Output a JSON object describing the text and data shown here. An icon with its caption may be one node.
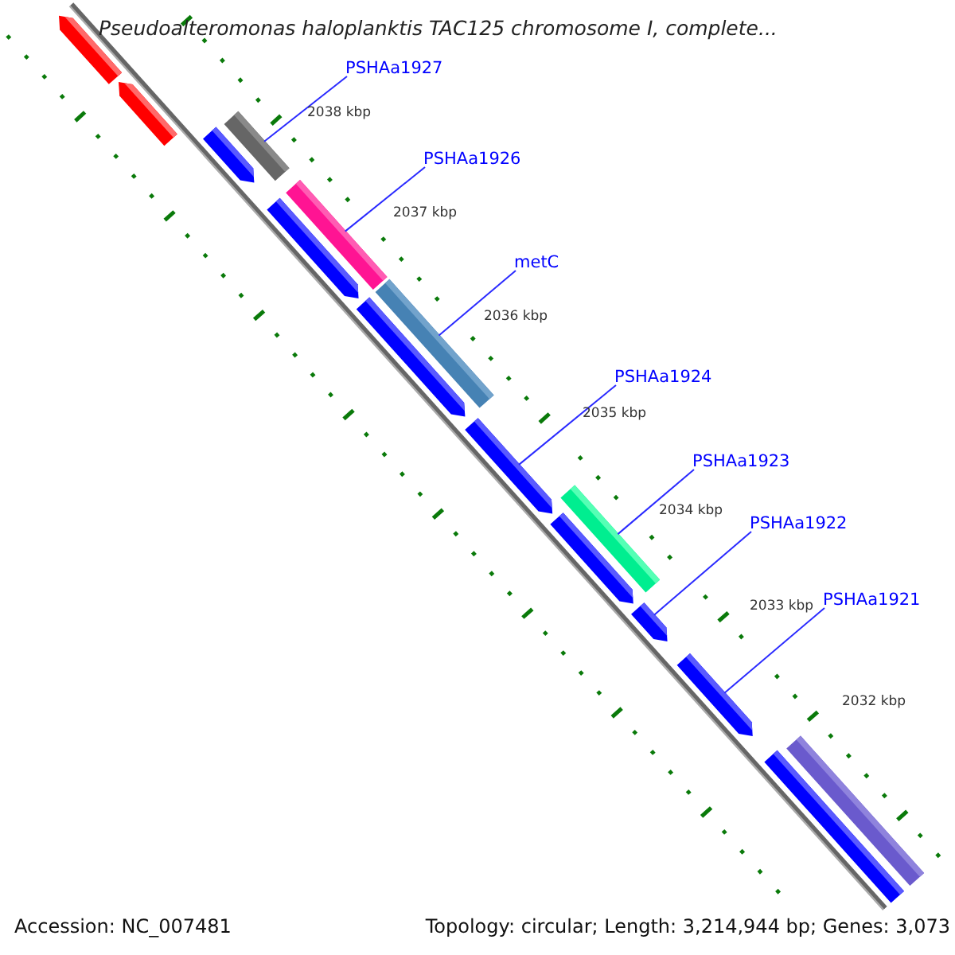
{
  "diagram": {
    "title": "Pseudoalteromonas haloplanktis TAC125 chromosome I, complete...",
    "nodes": [
      {
        "text": [
          "PSHAa1927"
        ]
      },
      {
        "text": [
          "PSHAa1926"
        ]
      },
      {
        "text": [
          "metC"
        ]
      },
      {
        "text": [
          "PSHAa1924"
        ]
      },
      {
        "text": [
          "PSHAa1923"
        ]
      },
      {
        "text": [
          "PSHAa1922"
        ]
      },
      {
        "text": [
          "PSHAa1921"
        ]
      },
      {
        "text": [],
        "shape": "bar"
      },
      {
        "text": [],
        "shape": "bar"
      },
      {
        "text": [],
        "shape": "bar"
      },
      {
        "text": [],
        "shape": "bar"
      },
      {
        "text": [],
        "shape": "bar"
      },
      {
        "text": [],
        "shape": "bar"
      },
      {
        "text": [],
        "shape": "bar"
      },
      {
        "text": [],
        "shape": "bar"
      },
      {
        "text": [],
        "shape": "bar"
      },
      {
        "text": [],
        "shape": "bar"
      },
      {
        "text": [],
        "shape": "bar"
      },
      {
        "text": [],
        "shape": "bar"
      },
      {
        "text": [],
        "shape": "bar"
      },
      {
        "text": [],
        "shape": "bar"
      },
      {
        "text": [],
        "shape": "bar"
      }
    ],
    "edges": [
      {
        "from": 0,
        "to": 10,
        "arrow": "none"
      },
      {
        "from": 1,
        "to": 12,
        "arrow": "none"
      },
      {
        "from": 2,
        "to": 14,
        "arrow": "none"
      },
      {
        "from": 3,
        "to": 15,
        "arrow": "none"
      },
      {
        "from": 4,
        "to": 16,
        "arrow": "none"
      },
      {
        "from": 5,
        "to": 18,
        "arrow": "none"
      },
      {
        "from": 6,
        "to": 19,
        "arrow": "none"
      }
    ],
    "labels": [
      "2038 kbp",
      "2037 kbp",
      "2036 kbp",
      "2035 kbp",
      "2034 kbp",
      "2033 kbp",
      "2032 kbp",
      "Accession: NC_007481",
      "Topology: circular; Length: 3,214,944 bp; Genes: 3,073"
    ]
  }
}
